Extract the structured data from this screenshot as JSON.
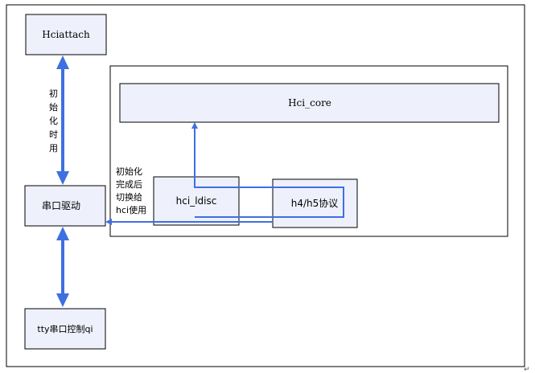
{
  "diagram": {
    "nodes": {
      "hciattach": "Hciattach",
      "serial_driver": "串口驱动",
      "tty_ctrl": "tty串口控制qi",
      "hci_core": "Hci_core",
      "hci_ldisc": "hci_ldisc",
      "h4h5": "h4/h5协议"
    },
    "edges": {
      "init_label_lines": [
        "初",
        "始",
        "化",
        "时",
        "用"
      ],
      "switch_label_lines": [
        "初始化",
        "完成后",
        "切换给",
        "hci使用"
      ]
    },
    "corner_mark": "↵"
  },
  "colors": {
    "box_fill": "#eef0fb",
    "box_stroke": "#000000",
    "arrow": "#3f6fe0"
  }
}
